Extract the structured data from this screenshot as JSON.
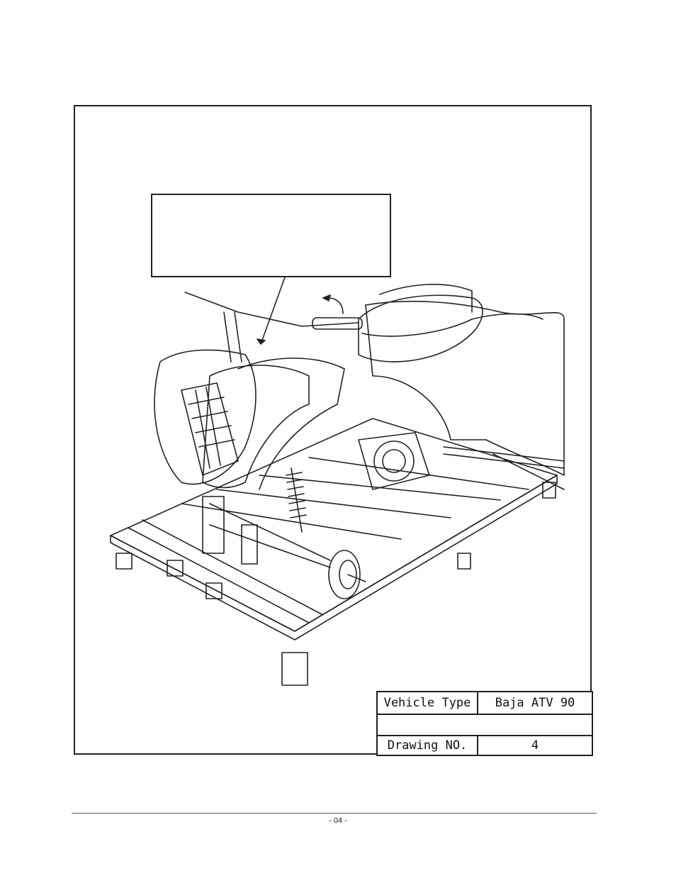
{
  "title_block": {
    "vehicle_type_label": "Vehicle Type",
    "vehicle_type_value": "Baja ATV 90",
    "blank_row": "",
    "drawing_no_label": "Drawing NO.",
    "drawing_no_value": "4"
  },
  "callout": {
    "text": ""
  },
  "footer": {
    "page_number": "- 04 -"
  },
  "illustration": {
    "subject": "ATV on wooden shipping crate base (line drawing)"
  }
}
